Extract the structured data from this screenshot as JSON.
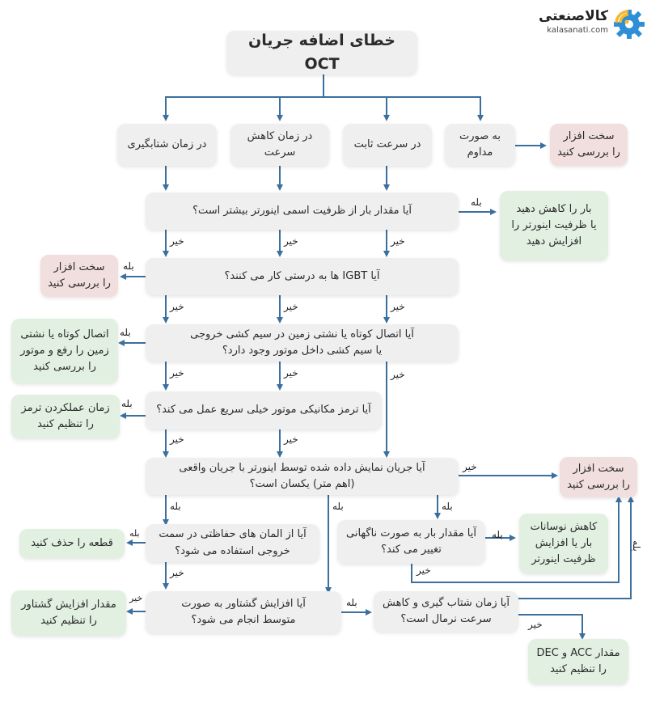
{
  "logo": {
    "name": "کالاصنعتی",
    "site": "kalasanati.com",
    "colors": {
      "gear": "#2e8fd6",
      "signal": "#f5b82e"
    }
  },
  "colors": {
    "line": "#3a6f9e",
    "grey_box": "#efefef",
    "red_box": "#f1dede",
    "green_box": "#e1f0e1"
  },
  "title": "خطای اضافه جریان OCT",
  "conditions": {
    "accel": "در زمان شتابگیری",
    "decel": "در زمان کاهش\nسرعت",
    "constant": "در سرعت ثابت",
    "continuous": "به صورت\nمداوم"
  },
  "questions": {
    "q1": "آیا مقدار بار از ظرفیت اسمی اینورتر بیشتر است؟",
    "q2": "آیا IGBT ها به درستی کار می کنند؟",
    "q3": "آیا اتصال کوتاه یا نشتی زمین در سیم کشی خروجی\nیا سیم کشی داخل موتور وجود دارد؟",
    "q4": "آیا ترمز مکانیکی موتور خیلی سریع عمل می کند؟",
    "q5": "آیا جریان نمایش داده شده توسط اینورتر با جریان واقعی\n(اهم متر) یکسان است؟",
    "q6": "آیا از المان های حفاظتی در سمت\nخروجی استفاده می شود؟",
    "q7": "آیا مقدار بار به صورت ناگهانی\nتغییر می کند؟",
    "q8": "آیا افزایش گشتاور به صورت\nمتوسط انجام می شود؟",
    "q9": "آیا زمان شتاب گیری و کاهش\nسرعت نرمال است؟"
  },
  "actions": {
    "hw1": "سخت افزار\nرا بررسی کنید",
    "reduce_load": "بار را کاهش دهید\nیا ظرفیت اینورتر را\nافزایش دهید",
    "hw2": "سخت افزار\nرا بررسی کنید",
    "short_circuit": "اتصال کوتاه یا نشتی\nزمین را رفع و موتور\nرا بررسی کنید",
    "brake_time": "زمان عملکردن ترمز\nرا تنظیم کنید",
    "hw3": "سخت افزار\nرا بررسی کنید",
    "remove_part": "قطعه را حذف کنید",
    "load_fluct": "کاهش نوسانات\nبار یا افزایش\nظرفیت اینورتر",
    "torque_boost": "مقدار افزایش گشتاور\nرا تنظیم کنید",
    "acc_dec": "مقدار ACC و DEC\nرا تنظیم کنید"
  },
  "edge_labels": {
    "yes": "بله",
    "no": "خیر"
  }
}
